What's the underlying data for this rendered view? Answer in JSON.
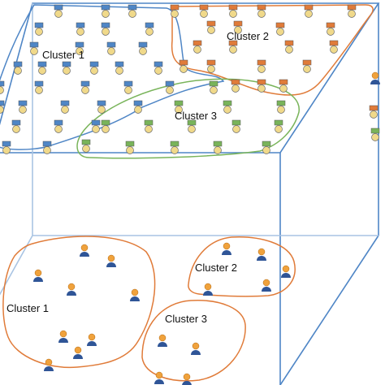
{
  "labels": {
    "top_cluster_1": "Cluster 1",
    "top_cluster_2": "Cluster 2",
    "top_cluster_3": "Cluster 3",
    "bottom_cluster_1": "Cluster 1",
    "bottom_cluster_2": "Cluster 2",
    "bottom_cluster_3": "Cluster 3"
  },
  "colors": {
    "cube_edge": "#4f86c6",
    "cube_edge_light": "#a9c4e3",
    "cluster_1": "#4f86c6",
    "cluster_2": "#e07b39",
    "cluster_3": "#79b45a",
    "node_head": "#f0d98a",
    "node_outline": "#6b6b6b",
    "user_head": "#f0a23c",
    "user_body": "#2f5597"
  },
  "icons": {
    "node": "sensor-node-icon",
    "user": "user-icon"
  }
}
